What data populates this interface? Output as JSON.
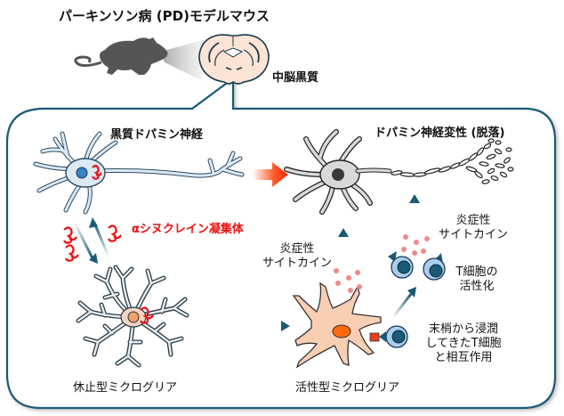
{
  "title": "パーキンソン病 (PD)モデルマウス",
  "brain_region_label": "中脳黒質",
  "labels": {
    "healthy_neuron": "黒質ドパミン神経",
    "degenerating_neuron": "ドパミン神経変性 (脱落)",
    "alpha_synuclein": "αシヌクレイン凝集体",
    "cytokine_left_line1": "炎症性",
    "cytokine_left_line2": "サイトカイン",
    "cytokine_right_line1": "炎症性",
    "cytokine_right_line2": "サイトカイン",
    "tcell_activation_line1": "T細胞の",
    "tcell_activation_line2": "活性化",
    "infiltration_line1": "末梢から浸潤",
    "infiltration_line2": "してきたT細胞",
    "infiltration_line3": "と相互作用",
    "resting_microglia": "休止型ミクログリア",
    "active_microglia": "活性型ミクログリア"
  },
  "icons": {
    "mouse": "mouse-silhouette-icon",
    "brain": "brain-coronal-section-icon",
    "neuron": "neuron-icon",
    "degenerating_neuron": "degenerating-neuron-icon",
    "synuclein": "alpha-synuclein-aggregate-icon",
    "resting_microglia": "resting-microglia-icon",
    "active_microglia": "activated-microglia-icon",
    "t_cell": "t-cell-icon",
    "cytokine": "cytokine-dots-icon"
  },
  "colors": {
    "panel_border": "#1d5a78",
    "arrow_teal": "#1a5a75",
    "progression_arrow": "#ff3300",
    "synuclein_red": "#ee1111",
    "neuron_fill": "#dce9f5",
    "neuron_nucleus": "#3b82c4",
    "degenerate_fill": "#d9d9d9",
    "degenerate_nucleus": "#3a3a3a",
    "microglia_fill": "#f9cfb4",
    "microglia_nucleus": "#ff6a0a",
    "resting_body": "#f5d5c2",
    "tcell_fill": "#a9cdef",
    "tcell_nucleus": "#1a5a75",
    "cytokine_dot": "#f08a8a",
    "mouse_gray": "#555555",
    "brain_fill": "#fbe3d6"
  }
}
